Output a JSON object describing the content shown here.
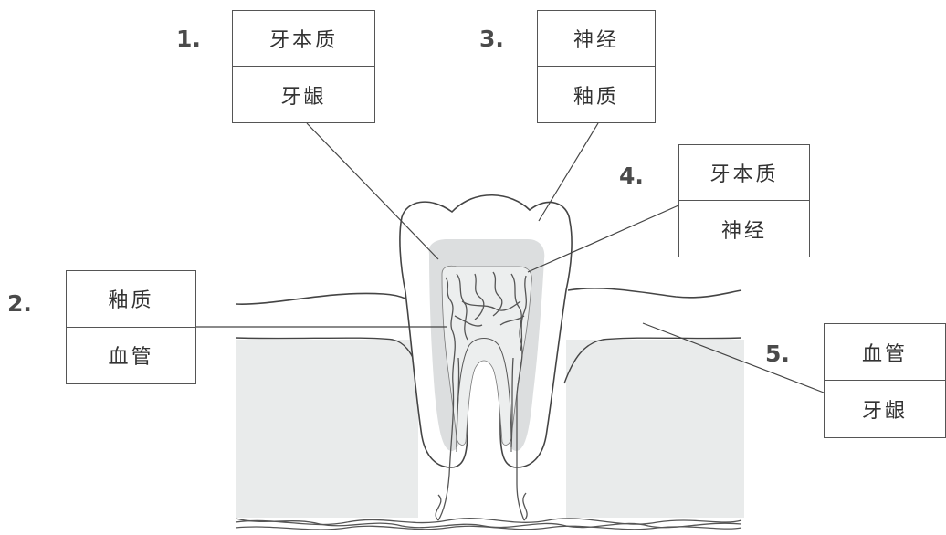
{
  "labels": [
    {
      "number": "1.",
      "options": [
        "牙本质",
        "牙龈"
      ]
    },
    {
      "number": "2.",
      "options": [
        "釉质",
        "血管"
      ]
    },
    {
      "number": "3.",
      "options": [
        "神经",
        "釉质"
      ]
    },
    {
      "number": "4.",
      "options": [
        "牙本质",
        "神经"
      ]
    },
    {
      "number": "5.",
      "options": [
        "血管",
        "牙龈"
      ]
    }
  ],
  "colors": {
    "line": "#444444",
    "box_border": "#555555",
    "jaw_fill": "#e6e8e8",
    "dentin_fill": "#dddfe0",
    "pulp_fill": "#eceeee",
    "enamel_fill": "#ffffff",
    "vessel": "#555555"
  }
}
